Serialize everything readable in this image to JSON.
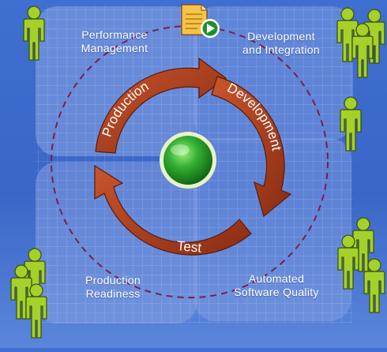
{
  "diagram": {
    "quadrants": [
      {
        "id": "perf",
        "label": "Performance\nManagement"
      },
      {
        "id": "dev",
        "label": "Development\nand Integration"
      },
      {
        "id": "prod",
        "label": "Production\nReadiness"
      },
      {
        "id": "auto",
        "label": "Automated\nSoftware Quality"
      }
    ],
    "cycle": {
      "stages": [
        "Production",
        "Development",
        "Test"
      ]
    },
    "icons": {
      "people": "person-icon",
      "document": "document-icon",
      "play": "play-icon",
      "hub": "green-sphere-icon"
    },
    "colors": {
      "background": "#3f6fd0",
      "arrow": "#b5401e",
      "person": "#a5d12a",
      "hub": "#2fa52f",
      "dashed_ring": "#7a1f4a"
    }
  }
}
